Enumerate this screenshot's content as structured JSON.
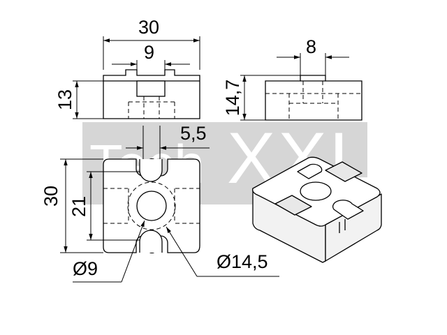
{
  "dimensions": {
    "front_width": "30",
    "slot_width": "9",
    "front_height": "13",
    "side_slot_width": "8",
    "side_height": "14,7",
    "gap_width": "5,5",
    "top_height": "30",
    "hole_spacing": "21",
    "small_diameter": "Ø9",
    "large_diameter": "Ø14,5"
  },
  "watermark": {
    "left_text": "Tech",
    "right_text": "XXL"
  },
  "colors": {
    "line": "#000000",
    "hidden_line": "#000000",
    "part_fill": "#ffffff",
    "watermark_fill": "#d6d6d6"
  }
}
